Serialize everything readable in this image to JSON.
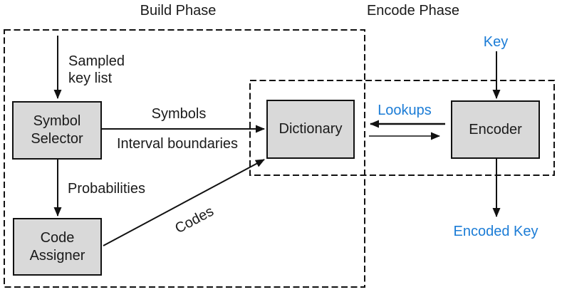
{
  "colors": {
    "accent_blue": "#1B7CD6",
    "node_fill": "#D9D9D9",
    "line_black": "#111111"
  },
  "phases": {
    "build": {
      "title": "Build Phase"
    },
    "encode": {
      "title": "Encode Phase"
    }
  },
  "nodes": {
    "symbol_selector": {
      "label": "Symbol\nSelector"
    },
    "code_assigner": {
      "label": "Code\nAssigner"
    },
    "dictionary": {
      "label": "Dictionary"
    },
    "encoder": {
      "label": "Encoder"
    }
  },
  "edge_labels": {
    "sampled_key_list": "Sampled\nkey list",
    "symbols": "Symbols",
    "interval_boundaries": "Interval boundaries",
    "probabilities": "Probabilities",
    "codes": "Codes",
    "lookups": "Lookups",
    "key": "Key",
    "encoded_key": "Encoded Key"
  }
}
